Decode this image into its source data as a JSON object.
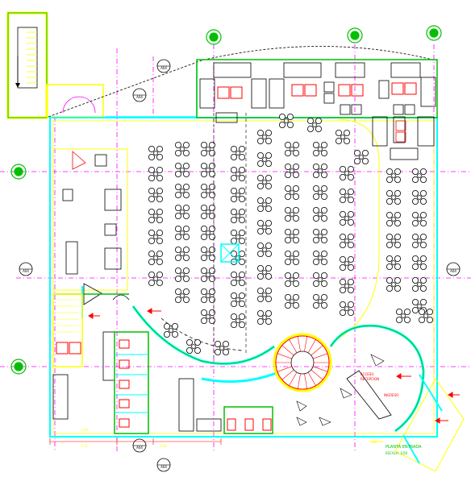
{
  "drawing": {
    "plan_title": "PLANTA ENTRADA",
    "plan_scale": "ESCALA: 1/50",
    "section_tags": [
      "A04",
      "A04",
      "A04",
      "A04",
      "A04",
      "A04"
    ],
    "room_label_1": "ACCESO",
    "room_label_2": "RECEPCION",
    "room_label_3": "INGRESO",
    "dims_bottom": [
      "2.50",
      "3.15",
      "3.45",
      "2.00"
    ]
  },
  "colors": {
    "wall": "#00ffff",
    "wall2": "#ffff00",
    "green": "#00c000",
    "magenta": "#ff00ff",
    "red": "#ff0000",
    "furniture": "#000000"
  }
}
